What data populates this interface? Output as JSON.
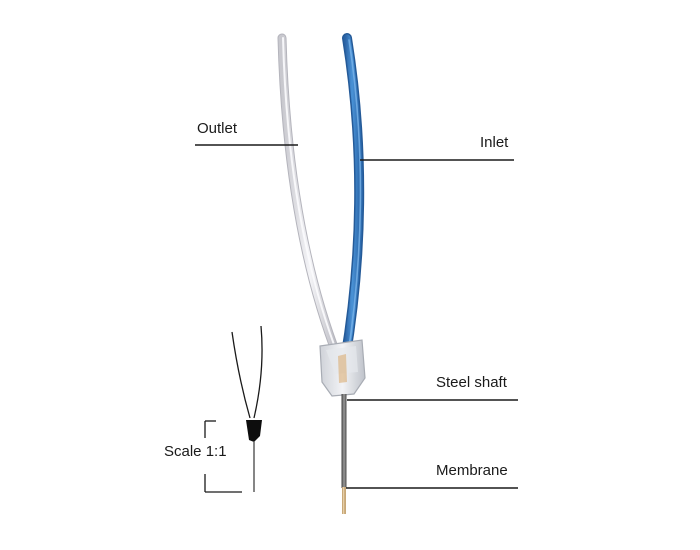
{
  "labels": {
    "outlet": "Outlet",
    "inlet": "Inlet",
    "steel_shaft": "Steel shaft",
    "membrane": "Membrane",
    "scale": "Scale 1:1"
  },
  "colors": {
    "inlet_tube": "#3a7cc3",
    "outlet_tube": "#e6e6ea",
    "leader_line": "#1a1a1a",
    "shaft": "#555555",
    "membrane_tip": "#c8a878"
  }
}
